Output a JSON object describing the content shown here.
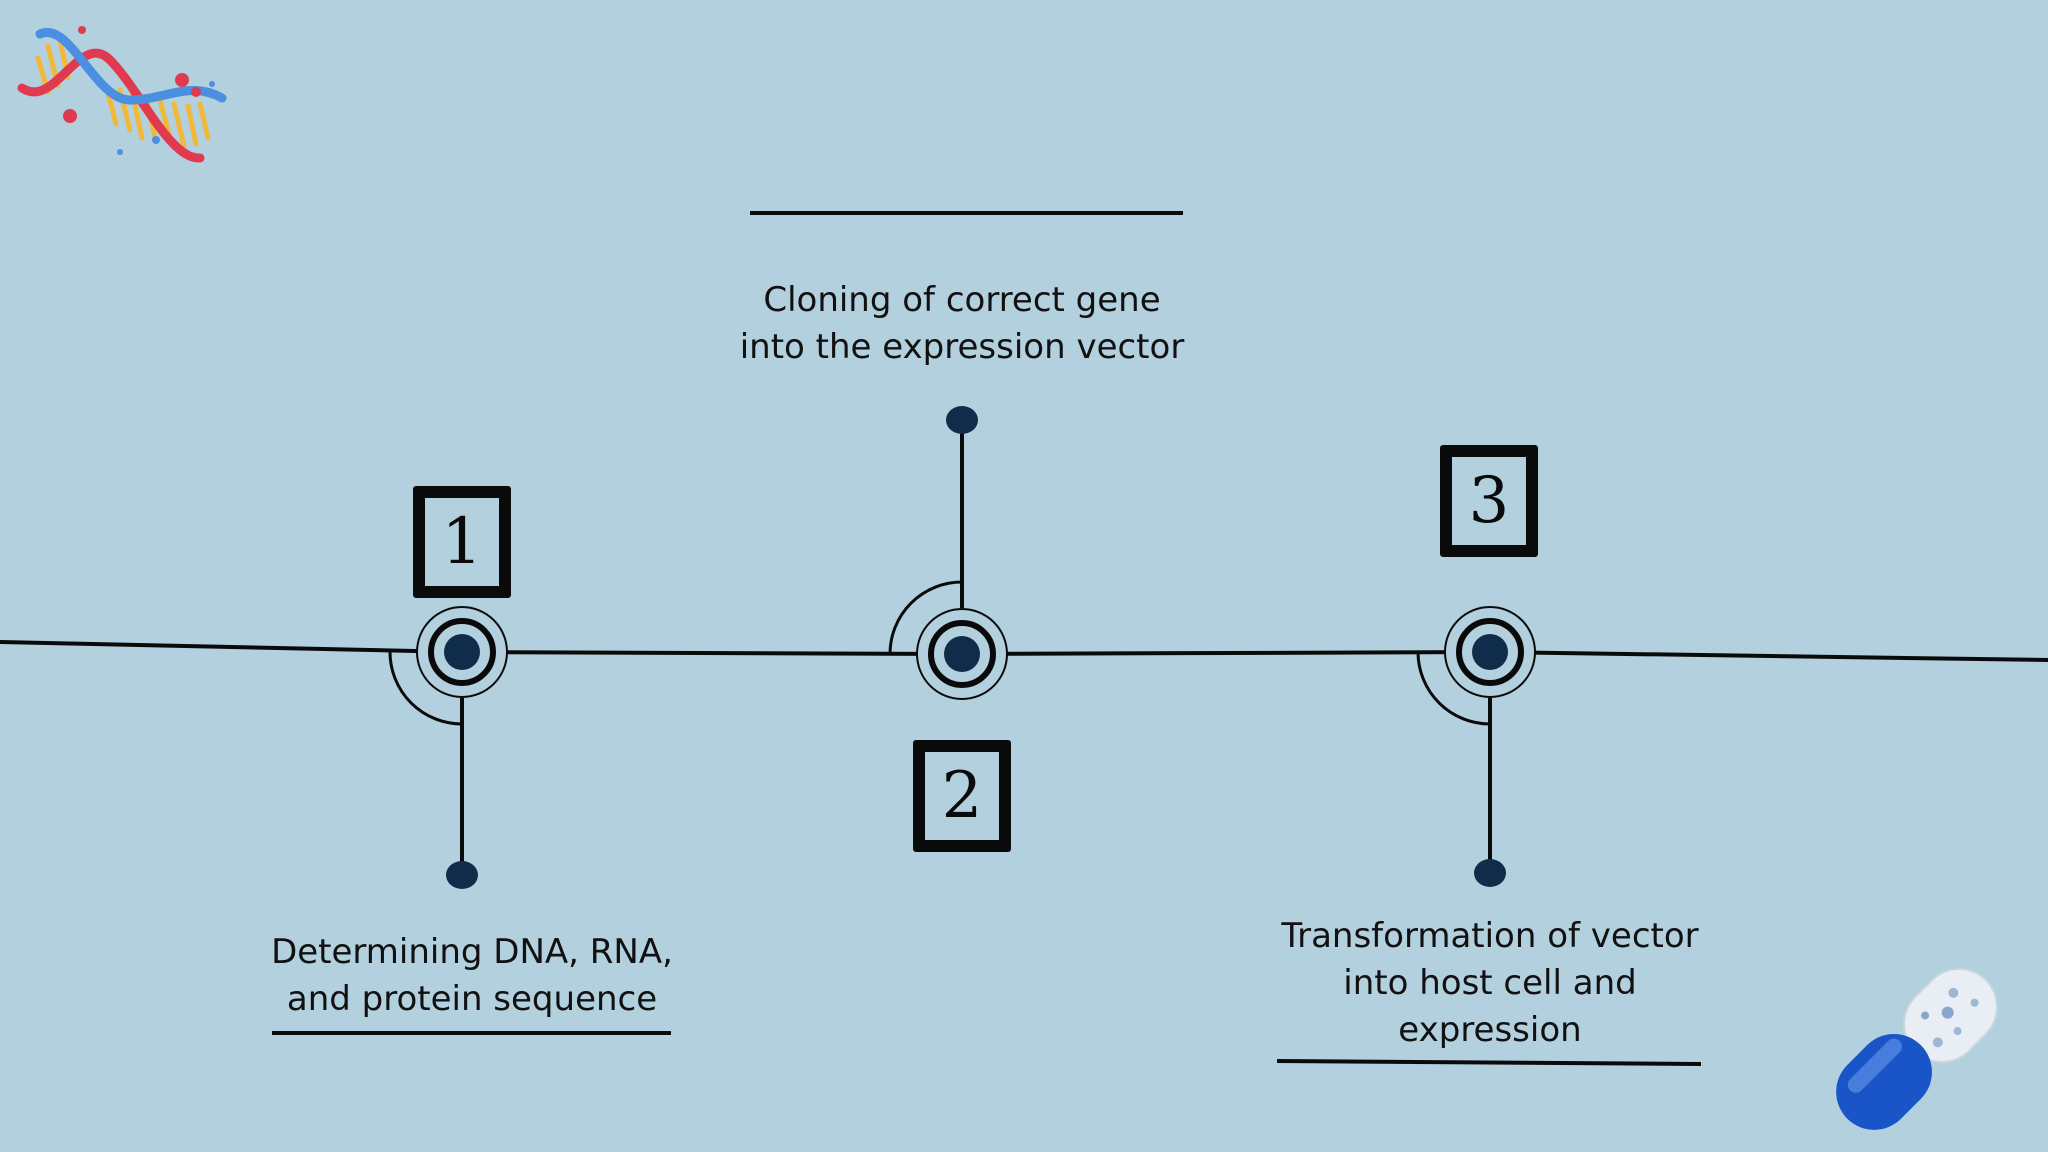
{
  "steps": [
    {
      "number": "1",
      "text_lines": [
        "Determining DNA, RNA,",
        "and protein sequence"
      ]
    },
    {
      "number": "2",
      "text_lines": [
        "Cloning of correct gene",
        "into the expression vector"
      ]
    },
    {
      "number": "3",
      "text_lines": [
        "Transformation of vector",
        "into host cell and",
        "expression"
      ]
    }
  ],
  "icons": {
    "top_left": "dna-helix-icon",
    "bottom_right": "capsule-pill-icon"
  },
  "colors": {
    "background": "#b3d0de",
    "line": "#0a0a0a",
    "node": "#0f2d4a",
    "capsule_blue": "#1a55c8"
  }
}
